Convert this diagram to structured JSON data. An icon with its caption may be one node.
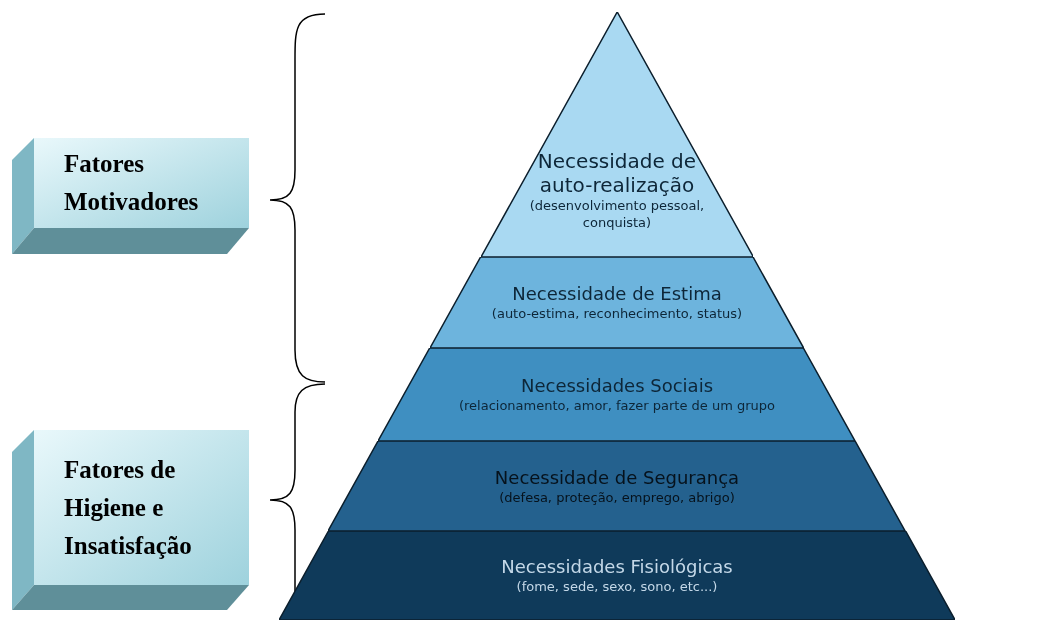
{
  "diagram": {
    "nodes": [
      {
        "text": [
          "Fatores Motivadores"
        ]
      },
      {
        "text": [
          "Fatores de Higiene e Insatisfação"
        ]
      },
      {
        "text": [
          "Necessidade de auto-realização",
          "(desenvolvimento pessoal, conquista)"
        ]
      },
      {
        "text": [
          "Necessidade de Estima",
          "(auto-estima, reconhecimento, status)"
        ]
      },
      {
        "text": [
          "Necessidades Sociais",
          "(relacionamento, amor, fazer parte de um grupo"
        ]
      },
      {
        "text": [
          "Necessidade de Segurança",
          "(defesa, proteção, emprego, abrigo)"
        ]
      },
      {
        "text": [
          "Necessidades Fisiológicas",
          "(fome, sede, sexo, sono, etc...)"
        ]
      }
    ]
  }
}
